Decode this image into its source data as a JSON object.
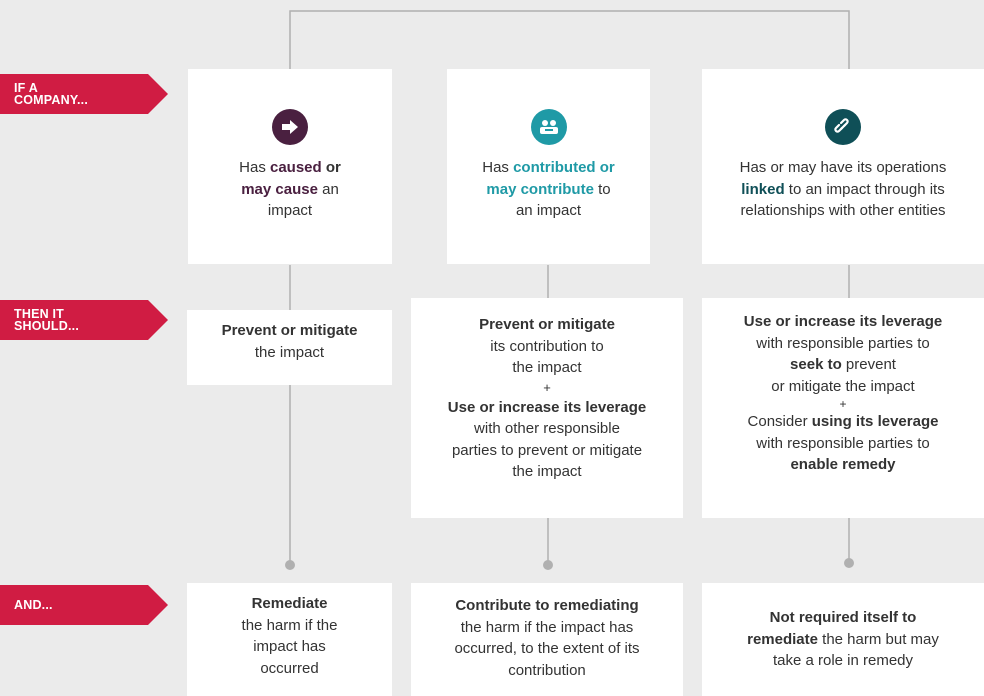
{
  "tags": {
    "if_company": "IF A\nCOMPANY...",
    "then_it_should": "THEN IT\nSHOULD...",
    "and": "AND..."
  },
  "colors": {
    "tag_red": "#d01c43",
    "caused_purple": "#4a2040",
    "contributed_teal": "#1f9aa6",
    "linked_dark_teal": "#0f4f57",
    "connector_grey": "#b0b0b0"
  },
  "columns": [
    {
      "icon": "arrow-right-icon",
      "if": {
        "t1": "Has ",
        "t2": "caused",
        "t3": " or",
        "t4": "may cause",
        "t5": " an",
        "t6": "impact"
      },
      "then": {
        "t1": "Prevent or mitigate",
        "t2": "the impact"
      },
      "and": {
        "t1": "Remediate",
        "t2": "the harm if the",
        "t3": "impact has",
        "t4": "occurred"
      }
    },
    {
      "icon": "people-icon",
      "if": {
        "t1": "Has ",
        "t2": "contributed or",
        "t3": "may contribute",
        "t4": " to",
        "t5": "an impact"
      },
      "then": {
        "t1": "Prevent or mitigate",
        "t2": "its contribution to",
        "t3": "the impact",
        "t4": "+",
        "t5": "Use or increase its leverage",
        "t6": "with other responsible",
        "t7": "parties to prevent or mitigate",
        "t8": "the impact"
      },
      "and": {
        "t1": "Contribute to remediating",
        "t2": "the harm if the impact has",
        "t3": "occurred, to the extent of its",
        "t4": "contribution"
      }
    },
    {
      "icon": "link-icon",
      "if": {
        "t1": "Has or may have its operations",
        "t2": "linked",
        "t3": " to an impact through its",
        "t4": "relationships with other entities"
      },
      "then": {
        "t1": "Use or increase its leverage",
        "t2": "with responsible parties to",
        "t3": "seek to",
        "t4": " prevent",
        "t5": "or mitigate the impact",
        "t6": "+",
        "t7": "Consider ",
        "t8": "using its leverage",
        "t9": "with responsible parties to",
        "t10": "enable remedy"
      },
      "and": {
        "t1": "Not required itself to",
        "t2": "remediate",
        "t3": " the harm but may",
        "t4": "take a role in remedy"
      }
    }
  ]
}
